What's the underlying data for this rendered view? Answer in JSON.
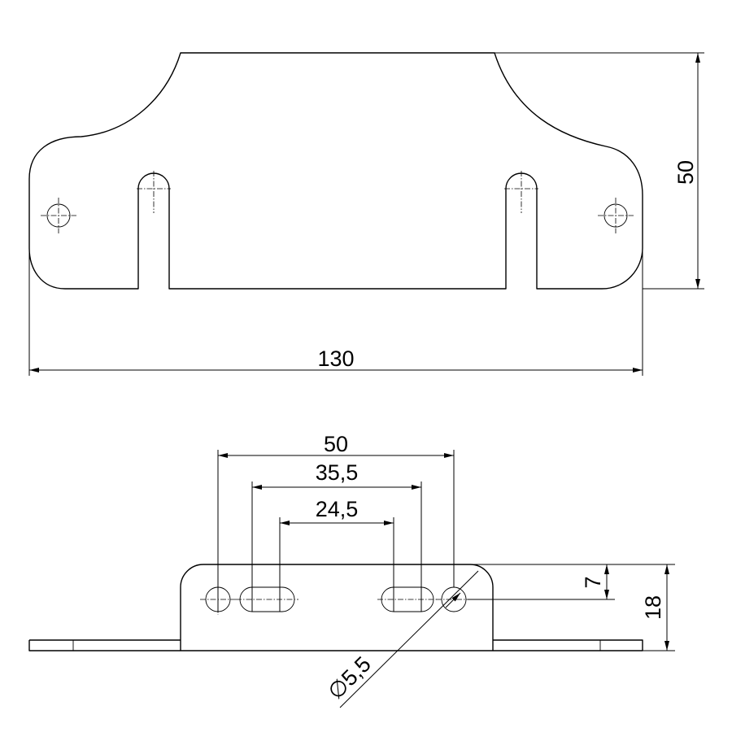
{
  "top_view": {
    "width_label": "130",
    "height_label": "50"
  },
  "side_view": {
    "hole_spacing_label": "50",
    "slot_outer_label": "35,5",
    "slot_inner_label": "24,5",
    "hole_height_label": "7",
    "total_height_label": "18",
    "diameter_label": "∅5,5"
  }
}
